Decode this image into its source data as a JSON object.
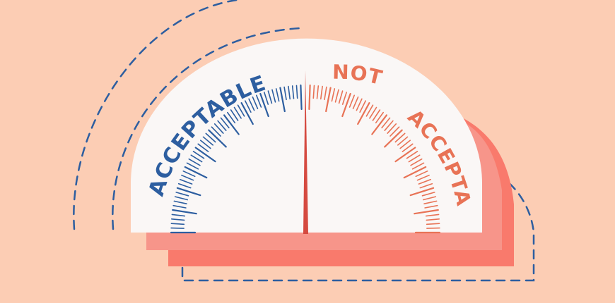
{
  "colors": {
    "background": "#fccdb4",
    "dial_face": "#faf7f6",
    "acceptable": "#2d5ea0",
    "not_acceptable": "#e87356",
    "needle": "#d54a40",
    "shadow_light": "#f7958a",
    "shadow_dark": "#f97a6c",
    "dashes": "#2d5ea0"
  },
  "gauge": {
    "left_label": "ACCEPTABLE",
    "right_label_line1": "NOT",
    "right_label_line2": "ACCEPTABLE",
    "needle_position": "center"
  }
}
